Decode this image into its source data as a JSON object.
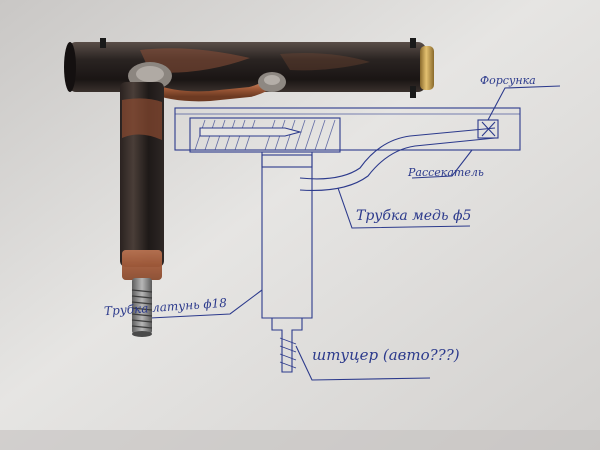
{
  "photo": {
    "subject": "torch",
    "annotations": {
      "injector": "Форсунка",
      "diffuser": "Рассекатель",
      "copper_tube": "Трубка медь ϕ5",
      "brass_tube": "Трубка латунь ϕ18",
      "fitting": "штуцер (авто???)"
    }
  },
  "colors": {
    "paper": "#e6e5e3",
    "ink": "#2c3a8c",
    "pipe": "#2a2422",
    "copper": "#b06a46",
    "brass": "#c8a050"
  }
}
